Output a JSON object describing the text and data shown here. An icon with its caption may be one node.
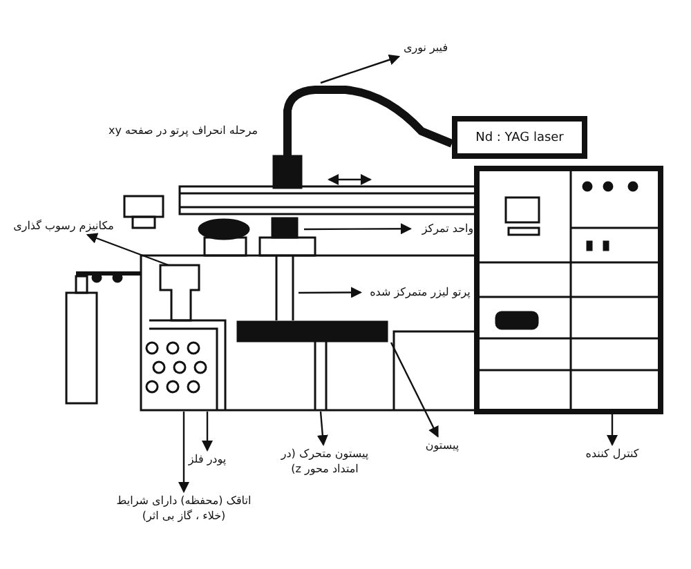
{
  "diagram": {
    "nodes": [
      {
        "text": [
          "فیبر نوری"
        ]
      },
      {
        "text": [
          "Nd : YAG laser"
        ]
      },
      {
        "text": [
          "واحد تمرکز"
        ]
      },
      {
        "text": [
          "مکانیزم رسوب گذاری"
        ]
      },
      {
        "text": [
          "پرتو لیزر متمرکز شده"
        ]
      },
      {
        "text": [
          "پودر فلز"
        ]
      },
      {
        "text": [
          "اتاقک (محفظه) دارای شرایط (خلاء ، گاز بی اثر)"
        ]
      },
      {
        "text": [
          "پیستون متحرک (در امتداد محور z)"
        ]
      },
      {
        "text": [
          "پیستون"
        ]
      },
      {
        "text": [
          "کنترل کننده"
        ]
      }
    ],
    "edges": [
      {
        "from": null,
        "to": 0,
        "arrow": "to"
      },
      {
        "from": null,
        "to": 2,
        "arrow": "to"
      },
      {
        "from": null,
        "to": 3,
        "arrow": "to"
      },
      {
        "from": null,
        "to": 4,
        "arrow": "to"
      },
      {
        "from": null,
        "to": 5,
        "arrow": "to"
      },
      {
        "from": null,
        "to": 6,
        "arrow": "to"
      },
      {
        "from": null,
        "to": 7,
        "arrow": "to"
      },
      {
        "from": null,
        "to": 8,
        "arrow": "to"
      },
      {
        "from": null,
        "to": 9,
        "arrow": "to"
      }
    ],
    "labels": [
      "مرحله انحراف پرتو در صفحه xy"
    ]
  }
}
